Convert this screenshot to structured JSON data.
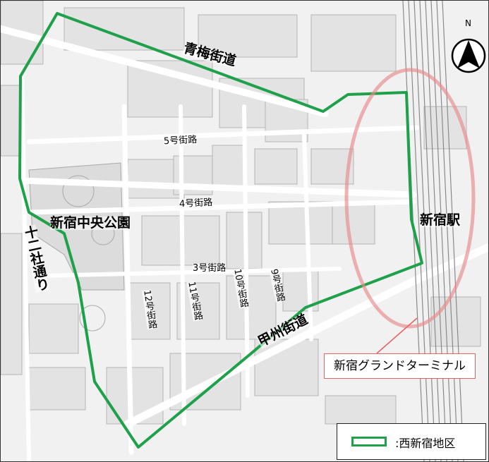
{
  "map": {
    "roads": {
      "ome": "青梅街道",
      "koshu": "甲州街道",
      "juniso": "十二社通り",
      "r5": "5号街路",
      "r4": "4号街路",
      "r3": "3号街路",
      "r9": "9号街路",
      "r10": "10号街路",
      "r11": "11号街路",
      "r12": "12号街路"
    },
    "places": {
      "park": "新宿中央公園",
      "station": "新宿駅"
    },
    "callout": "新宿グランドターミナル",
    "legend": {
      "label": ":西新宿地区"
    },
    "compass": {
      "letter": "N"
    },
    "colors": {
      "district_boundary": "#1fa04a",
      "terminal_area": "#e88b8b",
      "callout_border": "#e06464"
    }
  }
}
